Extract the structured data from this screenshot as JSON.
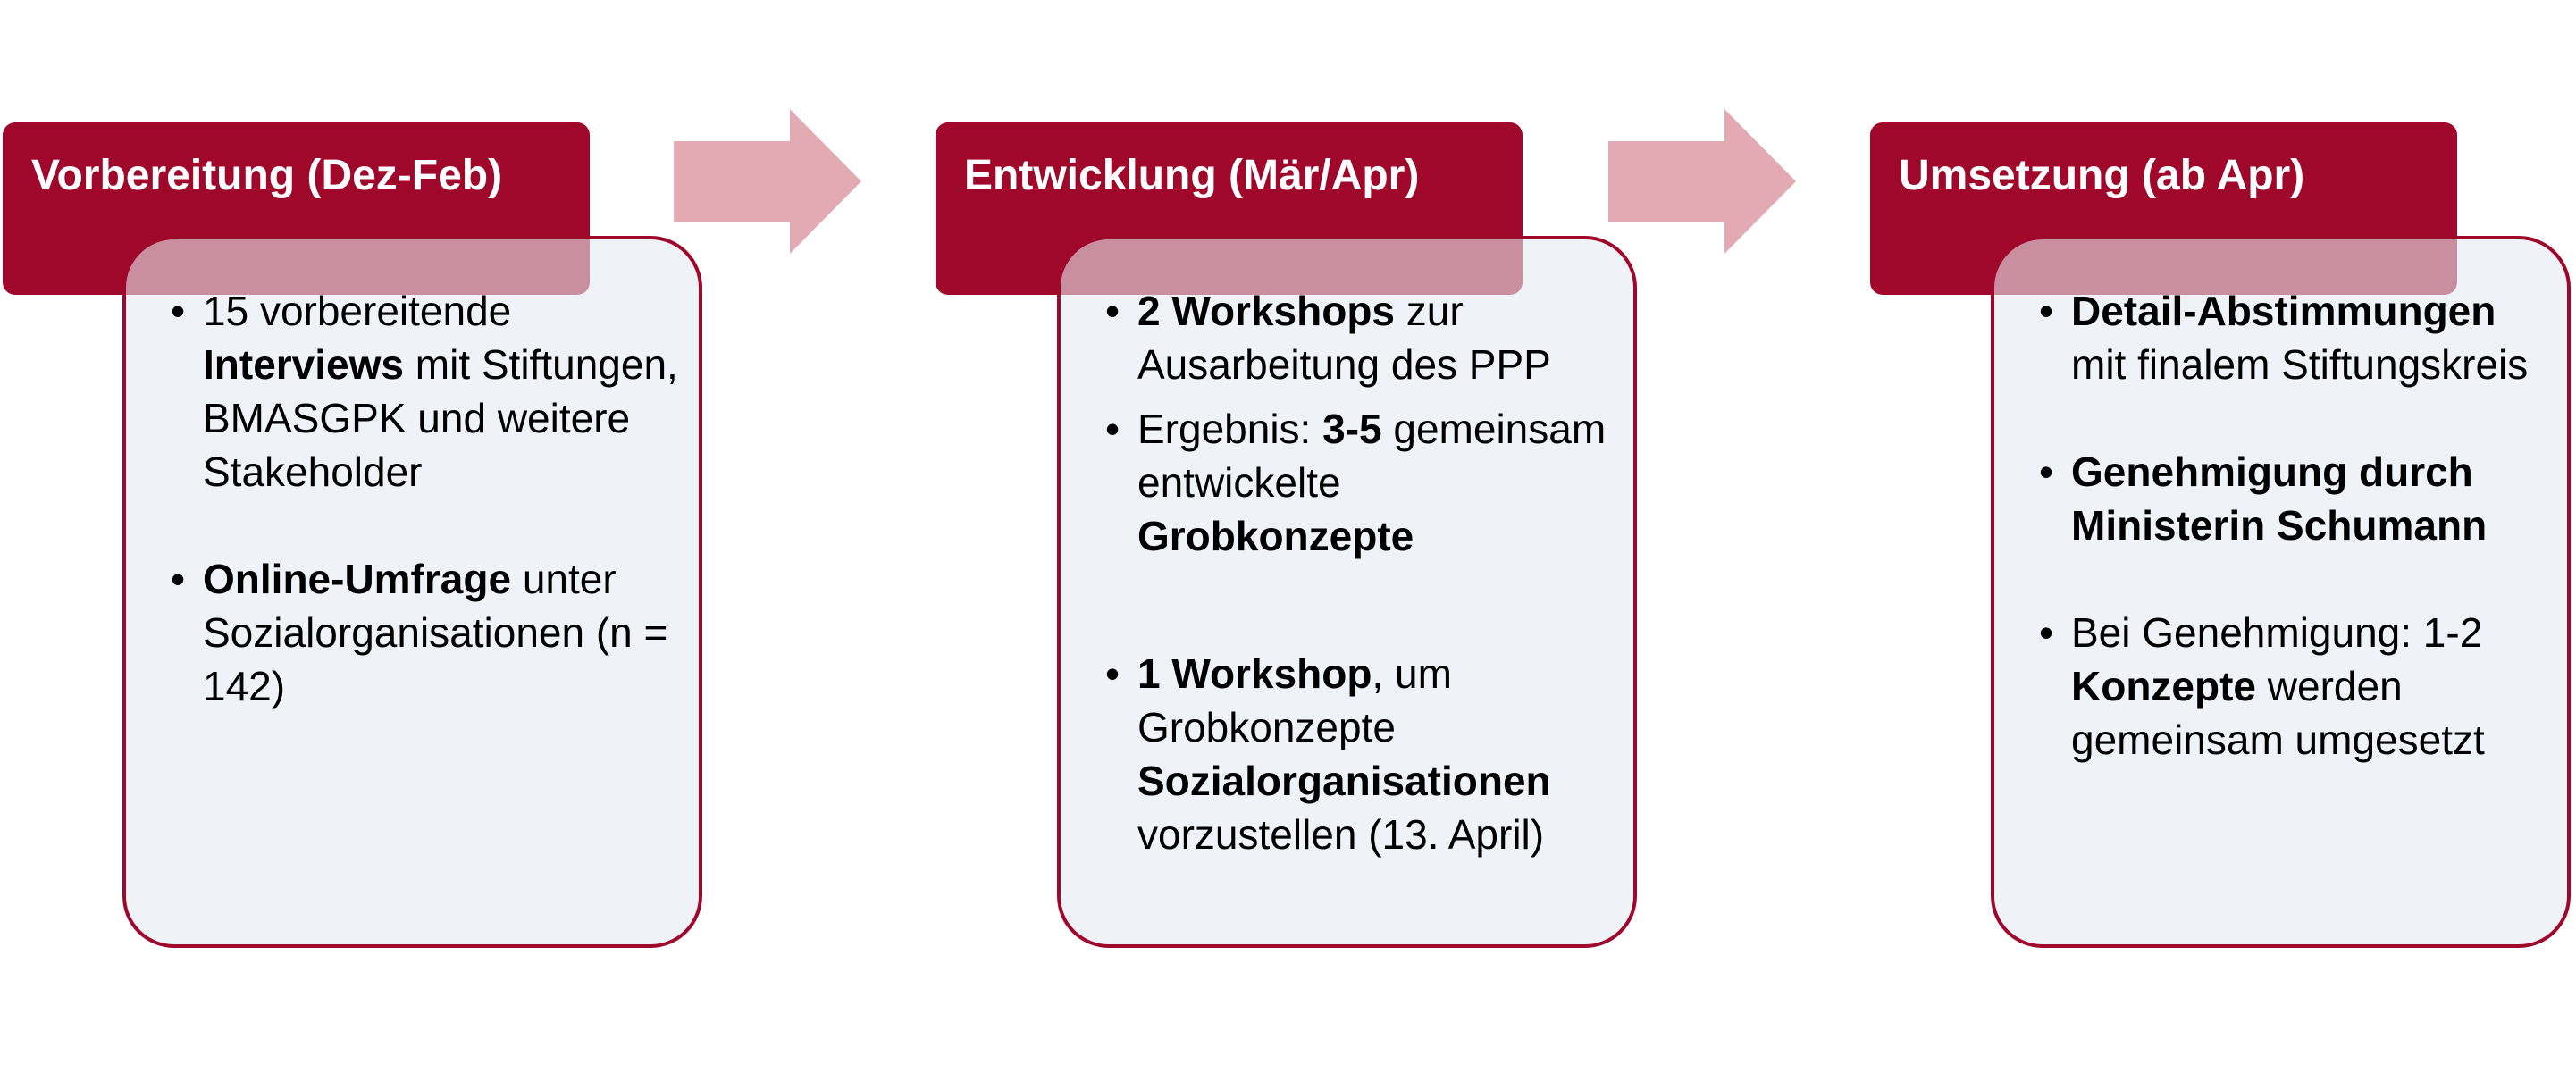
{
  "phases": [
    {
      "title": "Vorbereitung (Dez-Feb)",
      "items": [
        {
          "html": "15 vorbereitende <b>Interviews</b> mit Stiftungen, BMASGPK und weitere Stakeholder"
        },
        {
          "html": "<b>Online-Umfrage</b> unter Sozialorganisationen (n = 142)"
        }
      ]
    },
    {
      "title": "Entwicklung (Mär/Apr)",
      "items": [
        {
          "html": "<b>2 Workshops</b> zur Ausarbeitung des PPP"
        },
        {
          "html": "Ergebnis: <b>3-5</b> gemeinsam entwickelte <b>Grobkonzepte</b>"
        },
        {
          "html": "<b>1 Workshop</b>, um Grobkonzepte <b>Sozialorganisationen</b> vorzustellen (13. April)"
        }
      ]
    },
    {
      "title": "Umsetzung (ab Apr)",
      "items": [
        {
          "html": "<b>Detail-Abstimmungen</b> mit finalem Stiftungskreis"
        },
        {
          "html": "<b>Genehmigung durch Ministerin Schumann</b>"
        },
        {
          "html": "Bei Genehmigung: 1-2 <b>Konzepte</b> werden gemeinsam umgesetzt"
        }
      ]
    }
  ],
  "colors": {
    "header": "#a0082b",
    "card_border": "#a0082b",
    "card_fill": "#e5eaf0",
    "arrow": "#e2aab2"
  },
  "arrow_icon": "right-arrow-icon"
}
